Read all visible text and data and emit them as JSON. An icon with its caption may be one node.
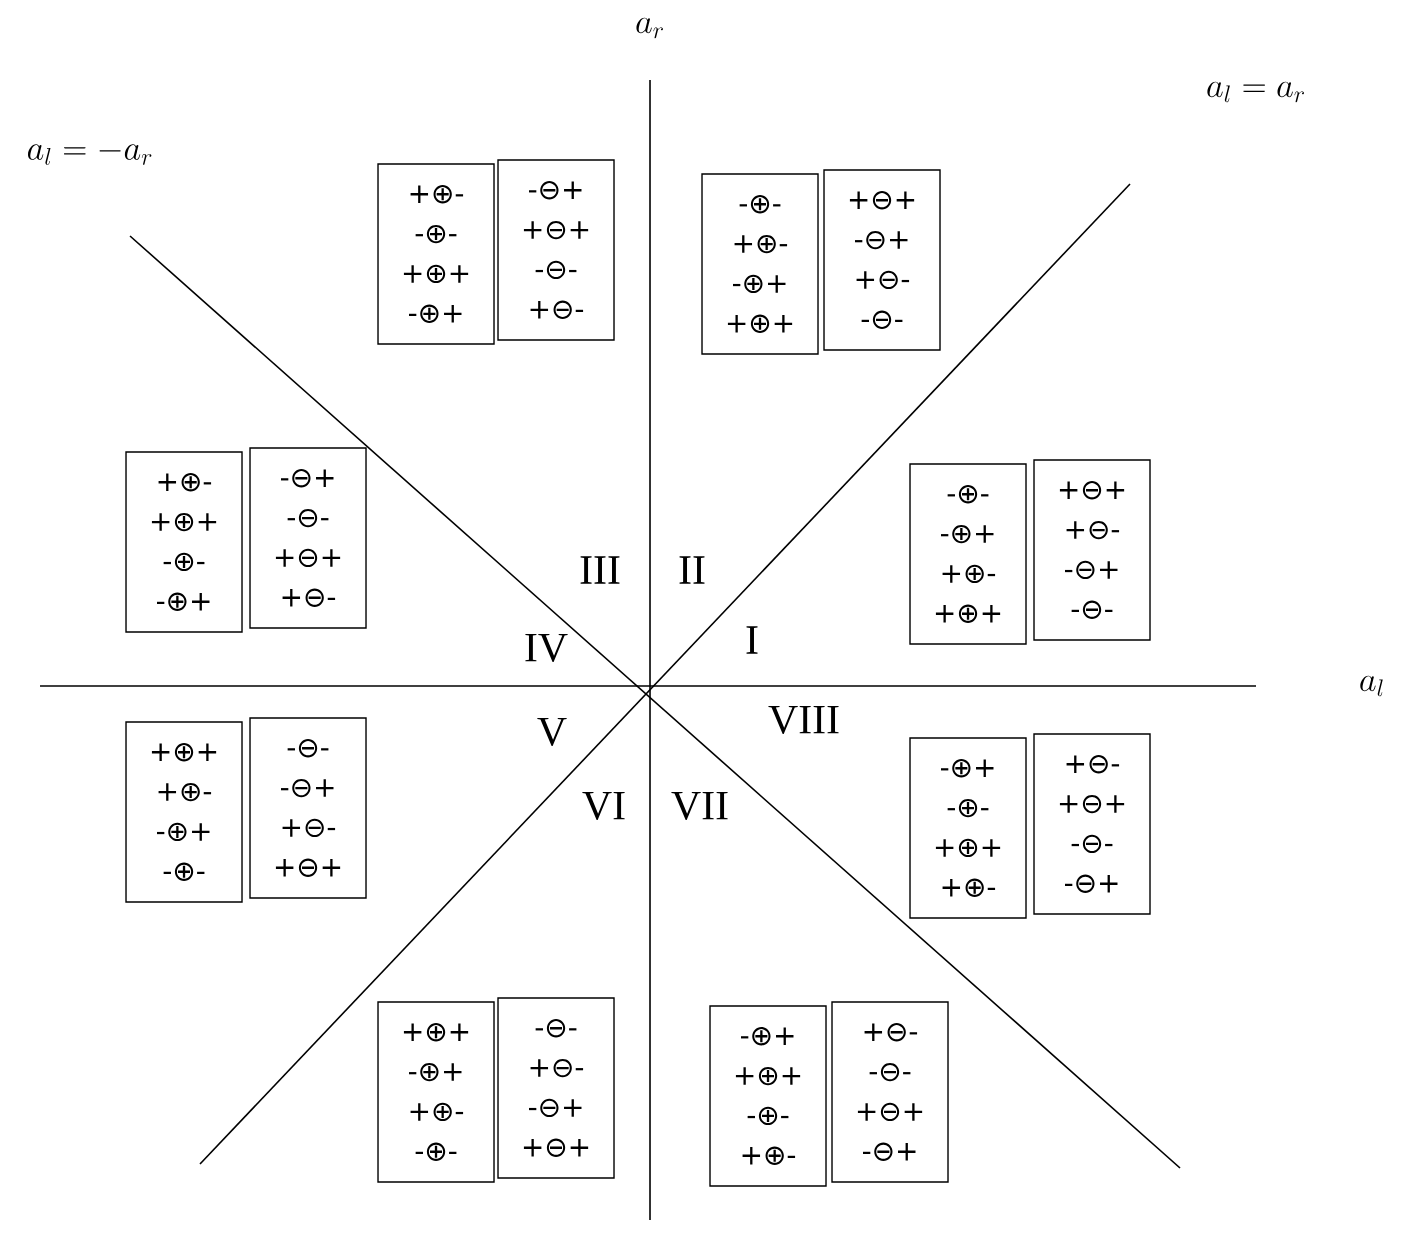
{
  "diagram": {
    "nodes": [
      {
        "text": [
          "+⊕-",
          "-⊕-",
          "+⊕+",
          "-⊕+"
        ]
      },
      {
        "text": [
          "-⊖+",
          "+⊖+",
          "-⊖-",
          "+⊖-"
        ]
      },
      {
        "text": [
          "-⊕-",
          "+⊕-",
          "-⊕+",
          "+⊕+"
        ]
      },
      {
        "text": [
          "+⊖+",
          "-⊖+",
          "+⊖-",
          "-⊖-"
        ]
      },
      {
        "text": [
          "+⊕-",
          "+⊕+",
          "-⊕-",
          "-⊕+"
        ]
      },
      {
        "text": [
          "-⊖+",
          "-⊖-",
          "+⊖+",
          "+⊖-"
        ]
      },
      {
        "text": [
          "-⊕-",
          "-⊕+",
          "+⊕-",
          "+⊕+"
        ]
      },
      {
        "text": [
          "+⊖+",
          "+⊖-",
          "-⊖+",
          "-⊖-"
        ]
      },
      {
        "text": [
          "+⊕+",
          "+⊕-",
          "-⊕+",
          "-⊕-"
        ]
      },
      {
        "text": [
          "-⊖-",
          "-⊖+",
          "+⊖-",
          "+⊖+"
        ]
      },
      {
        "text": [
          "-⊕+",
          "-⊕-",
          "+⊕+",
          "+⊕-"
        ]
      },
      {
        "text": [
          "+⊖-",
          "+⊖+",
          "-⊖-",
          "-⊖+"
        ]
      },
      {
        "text": [
          "+⊕+",
          "-⊕+",
          "+⊕-",
          "-⊕-"
        ]
      },
      {
        "text": [
          "-⊖-",
          "+⊖-",
          "-⊖+",
          "+⊖+"
        ]
      },
      {
        "text": [
          "-⊕+",
          "+⊕+",
          "-⊕-",
          "+⊕-"
        ]
      },
      {
        "text": [
          "+⊖-",
          "-⊖-",
          "+⊖+",
          "-⊖+"
        ]
      }
    ],
    "labels": [
      "a_r",
      "a_l = -a_r",
      "a_l = a_r",
      "III",
      "II",
      "IV",
      "I",
      "a_l",
      "V",
      "VIII",
      "VI",
      "VII"
    ]
  }
}
